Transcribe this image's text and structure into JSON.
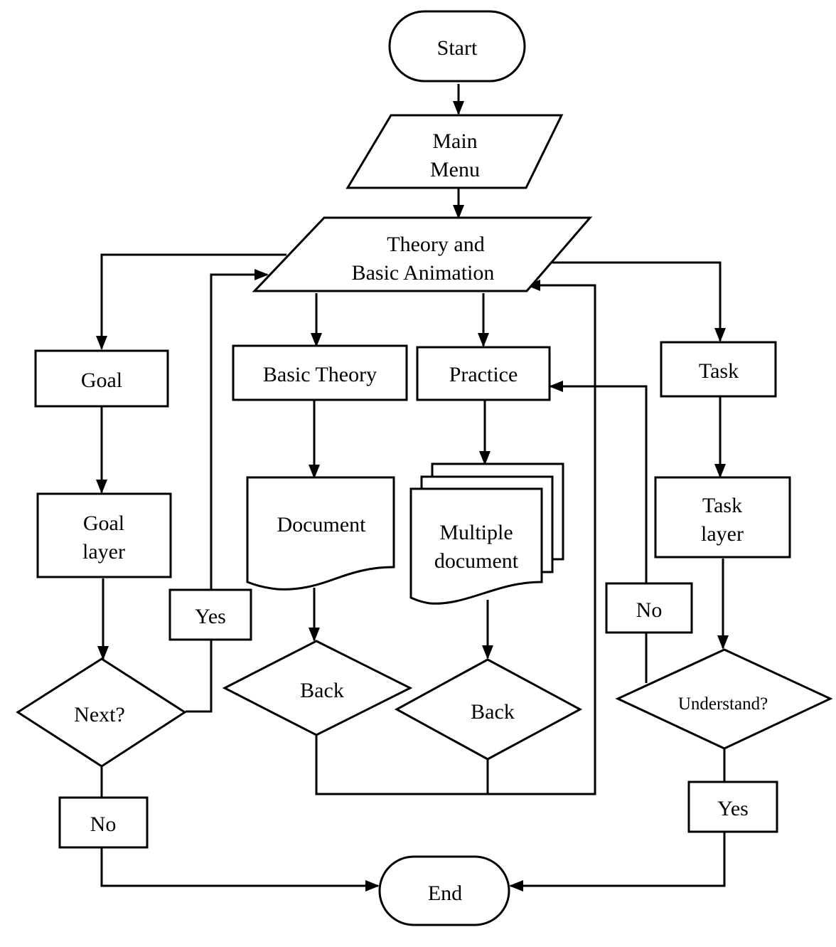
{
  "nodes": {
    "start": "Start",
    "main_menu": [
      "Main",
      "Menu"
    ],
    "theory": [
      "Theory and",
      "Basic Animation"
    ],
    "goal": "Goal",
    "basic_theory": "Basic Theory",
    "practice": "Practice",
    "task": "Task",
    "goal_layer": [
      "Goal",
      "layer"
    ],
    "document": "Document",
    "multiple_document": [
      "Multiple",
      "document"
    ],
    "task_layer": [
      "Task",
      "layer"
    ],
    "yes_left": "Yes",
    "no_right": "No",
    "next_q": "Next?",
    "back_1": "Back",
    "back_2": "Back",
    "understand_q": "Understand?",
    "no_left": "No",
    "yes_right": "Yes",
    "end": "End"
  }
}
